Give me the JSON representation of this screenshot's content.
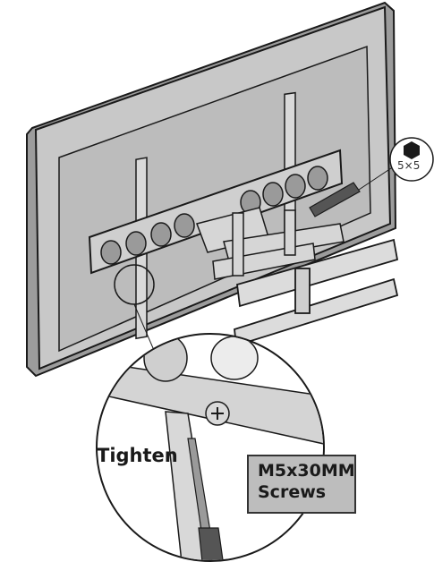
{
  "callouts": {
    "tighten_label": "Tighten",
    "screw_line1": "M5x30MM",
    "screw_line2": "Screws",
    "hex_key_size": "5×5"
  },
  "colors": {
    "tv_body": "#c8c8c8",
    "tv_screen": "#bcbcbc",
    "mount_metal": "#cfcfcf",
    "screw_box_fill": "#bdbdbd",
    "outline": "#1a1a1a"
  },
  "icons": [
    "hex-key-icon",
    "phillips-screw-icon",
    "screwdriver-icon"
  ]
}
